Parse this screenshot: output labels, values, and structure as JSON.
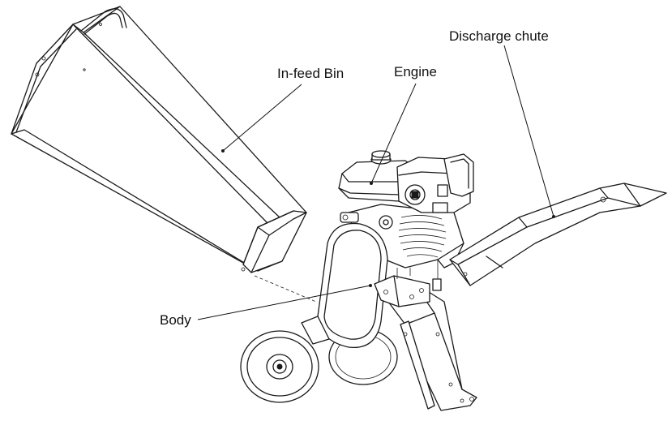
{
  "labels": {
    "infeed": "In-feed Bin",
    "engine": "Engine",
    "discharge": "Discharge chute",
    "body": "Body"
  },
  "colors": {
    "line": "#1a1a1a",
    "background": "#ffffff"
  }
}
